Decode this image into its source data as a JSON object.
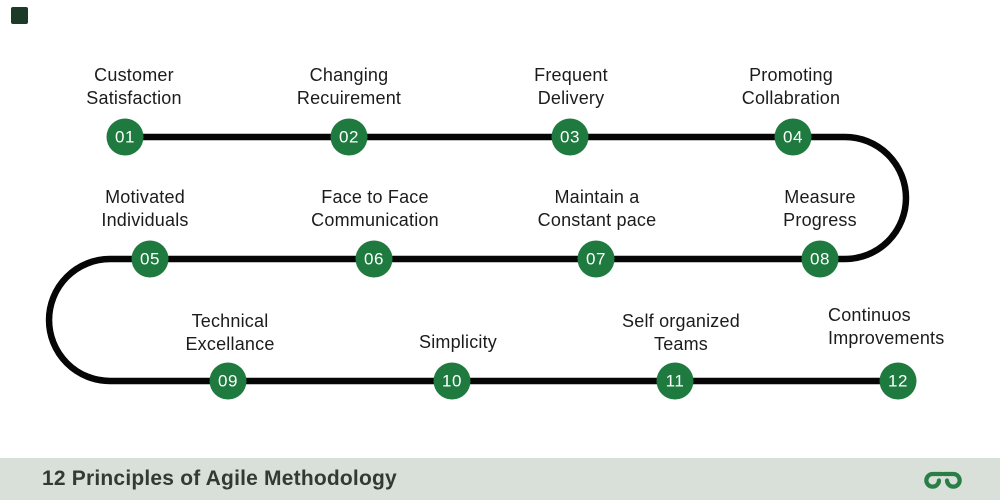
{
  "title_block": {
    "footer_title": "12 Principles of Agile Methodology"
  },
  "steps": [
    {
      "num": "01",
      "label": "Customer\nSatisfaction"
    },
    {
      "num": "02",
      "label": "Changing\nRecuirement"
    },
    {
      "num": "03",
      "label": "Frequent\nDelivery"
    },
    {
      "num": "04",
      "label": "Promoting\nCollabration"
    },
    {
      "num": "05",
      "label": "Motivated\nIndividuals"
    },
    {
      "num": "06",
      "label": "Face to Face\nCommunication"
    },
    {
      "num": "07",
      "label": "Maintain a\nConstant pace"
    },
    {
      "num": "08",
      "label": "Measure\nProgress"
    },
    {
      "num": "09",
      "label": "Technical\nExcellance"
    },
    {
      "num": "10",
      "label": "Simplicity"
    },
    {
      "num": "11",
      "label": "Self organized\nTeams"
    },
    {
      "num": "12",
      "label": "Continuos\nImprovements"
    }
  ],
  "icons": {
    "logo": "geeksforgeeks-logo",
    "corner_mark": "dark-green-square"
  },
  "colors": {
    "node_green": "#1e7a3e",
    "path_black": "#060606",
    "label_text": "#1c1c1c",
    "footer_bg": "#d9e0d9",
    "footer_text": "#333a35",
    "logo_green": "#2a7d46",
    "corner_mark": "#1d3a28"
  }
}
